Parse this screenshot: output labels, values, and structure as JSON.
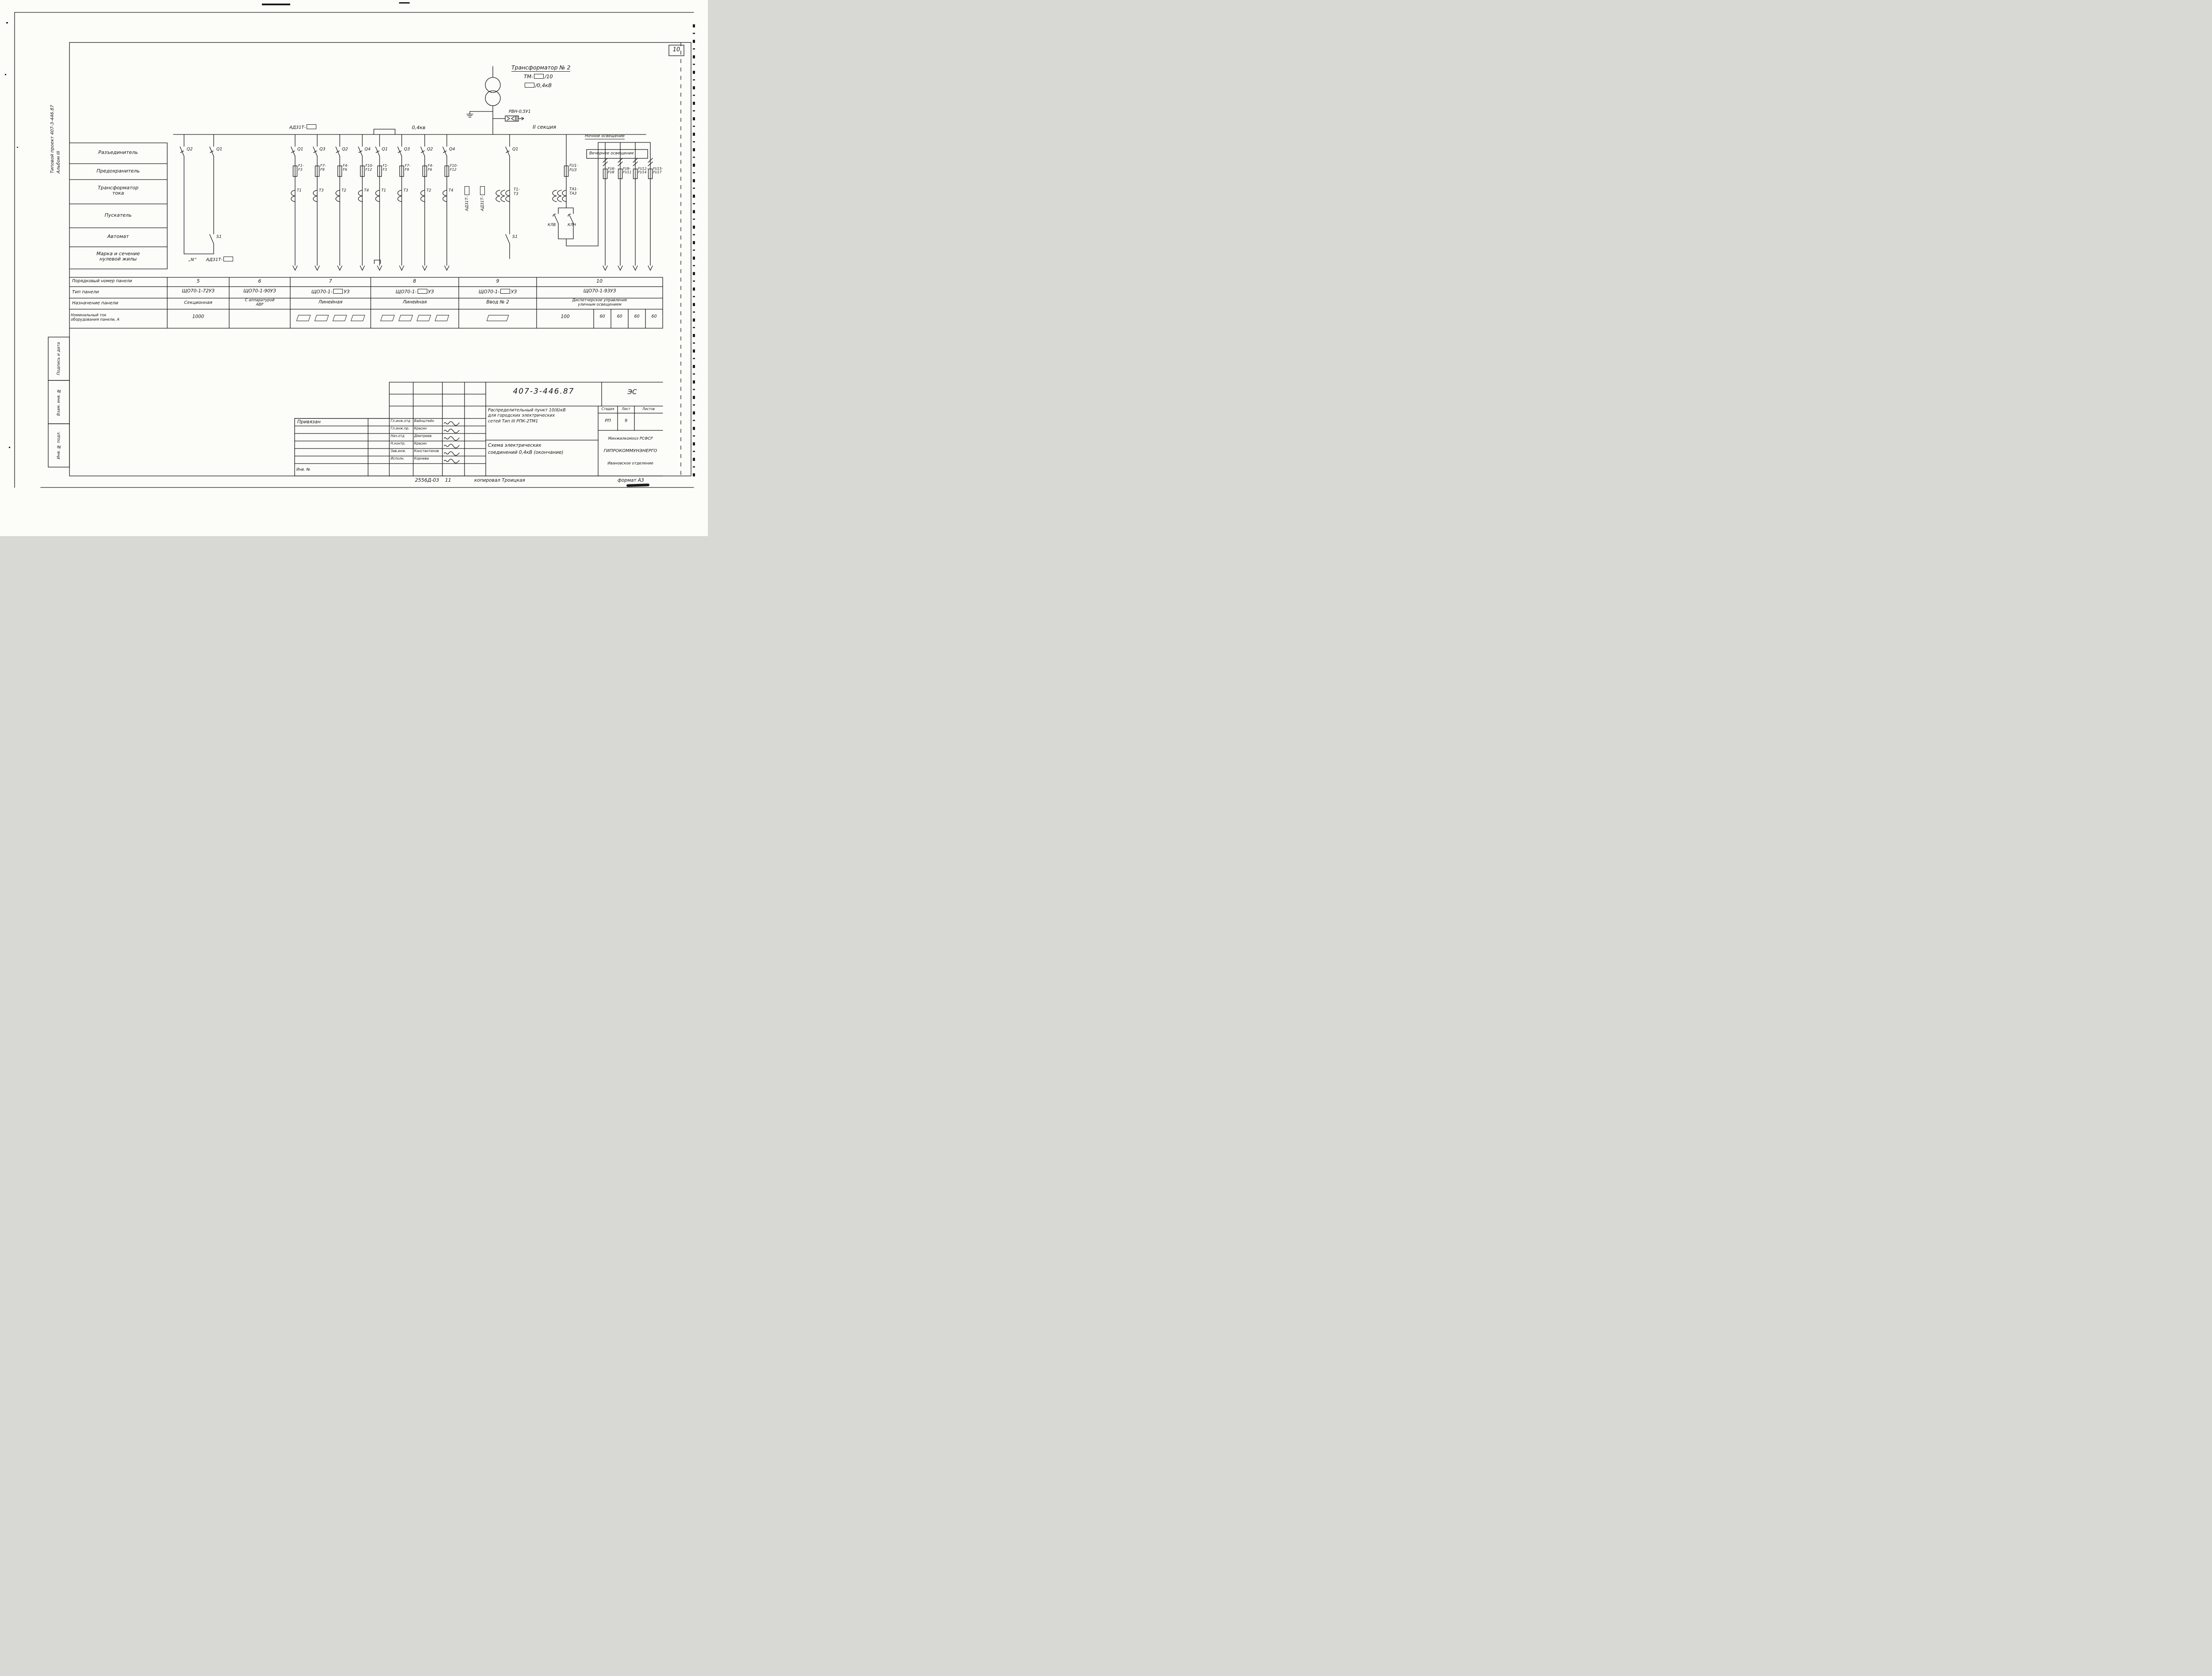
{
  "sheet": {
    "number": "10",
    "stamp": "2556Д-03",
    "stamp2": "11",
    "copied": "копировал Троицкая",
    "format": "формат А3"
  },
  "margin": {
    "project": "Типовой проект 407-3-446.87",
    "album": "Альбом III",
    "boxes": [
      "Подпись и дата",
      "Взам. инв. №",
      "Инв. № подл."
    ]
  },
  "tr": {
    "title": "Трансформатор № 2",
    "tm_prefix": "ТМ-",
    "tm_suffix": "/10",
    "kv_suffix": "/0,4кВ",
    "rvn": "РВН-0,5У1"
  },
  "bus": {
    "ad31t": "АД31Т-",
    "voltage": "0,4кв",
    "section": "II секция",
    "night": "Ночное освещение",
    "evening": "Вечернее освещение"
  },
  "rows": [
    "Разъединитель",
    "Предохранитель",
    "Трансформатор\nтока",
    "Пускатель",
    "Автомат",
    "Марка и сечение\nнулевой жилы"
  ],
  "sec": {
    "q1": "Q2",
    "q2": "Q1",
    "s": "S1",
    "mark_n": "„N“",
    "mark": "АД31Т-"
  },
  "g1": {
    "switches": [
      "Q1",
      "Q3",
      "Q2",
      "Q4"
    ],
    "fuses": [
      "F1-\nF3",
      "F7-\nF9",
      "F4-\nF6",
      "F10-\nF12"
    ],
    "cts": [
      "T1",
      "T3",
      "T2",
      "T4"
    ]
  },
  "g2": {
    "switches": [
      "Q1",
      "Q3",
      "Q2",
      "Q4"
    ],
    "fuses": [
      "F1-\nF3",
      "F7-\nF9",
      "F4-\nF6",
      "F10-\nF12"
    ],
    "cts": [
      "T1",
      "T3",
      "T2",
      "T4"
    ]
  },
  "vv": {
    "q": "Q1",
    "ct": "T1-\nT3",
    "s": "S1",
    "ad31t": "АД31Т-"
  },
  "dp": {
    "fuse": "FU1-\nFU3",
    "ct": "ТА1-\nТА3",
    "kl": "КЛВ",
    "kn": "КЛН",
    "rfuses": [
      "FU6-\nFU8",
      "FU9-\nFU11",
      "FU12-\nFU14",
      "FU15-\nFU17"
    ]
  },
  "table": {
    "labels": [
      "Порядковый номер панели",
      "Тип панели",
      "Назначение панели",
      "Номинальный ток\nоборудования панели, А"
    ],
    "numbers": [
      "5",
      "6",
      "7",
      "8",
      "9",
      "10"
    ],
    "types": [
      "ЩО70-1-72УЗ",
      "ЩО70-1-90УЗ",
      "",
      "",
      "",
      "ЩО70-1-93УЗ"
    ],
    "type_prefix": "ЩО70-1-",
    "type_suffix": "УЗ",
    "purposes": [
      "Секционная",
      "С аппаратурой\nАВР",
      "Линейная",
      "Линейная",
      "Ввод № 2",
      "Диспетчерское управление\nуличным освещением"
    ],
    "current5": "1000",
    "current10": "100",
    "current10_sub": [
      "60",
      "60",
      "60",
      "60"
    ]
  },
  "tb": {
    "doc": "407-3-446.87",
    "suffix": "ЭС",
    "privyazan": "Привязан",
    "inv": "Инв. №",
    "sig": [
      {
        "role": "Гл.инж.отд",
        "name": "Вайнштейн"
      },
      {
        "role": "Гл.инж.пр.",
        "name": "Красин"
      },
      {
        "role": "Нач.отд",
        "name": "Дмитриев"
      },
      {
        "role": "Н.контр.",
        "name": "Красин"
      },
      {
        "role": "Зав.инж.",
        "name": "Константинов"
      },
      {
        "role": "Исполн.",
        "name": "Корнева"
      }
    ],
    "desc1": "Распределительный пункт 10(6)кВ\nдля городских электрических\nсетей  Тип III РПК-2ТМ1",
    "desc2": "Схема  электрических\nсоединений 0,4кВ (окончание)",
    "stage_l": "Стадия",
    "sheet_l": "Лист",
    "sheets_l": "Листов",
    "stage": "РП",
    "sheet_n": "9",
    "org1": "Минжилкомхоз РСФСР",
    "org2": "ГИПРОКОММУНЭНЕРГО",
    "org3": "Ивановское отделение"
  }
}
